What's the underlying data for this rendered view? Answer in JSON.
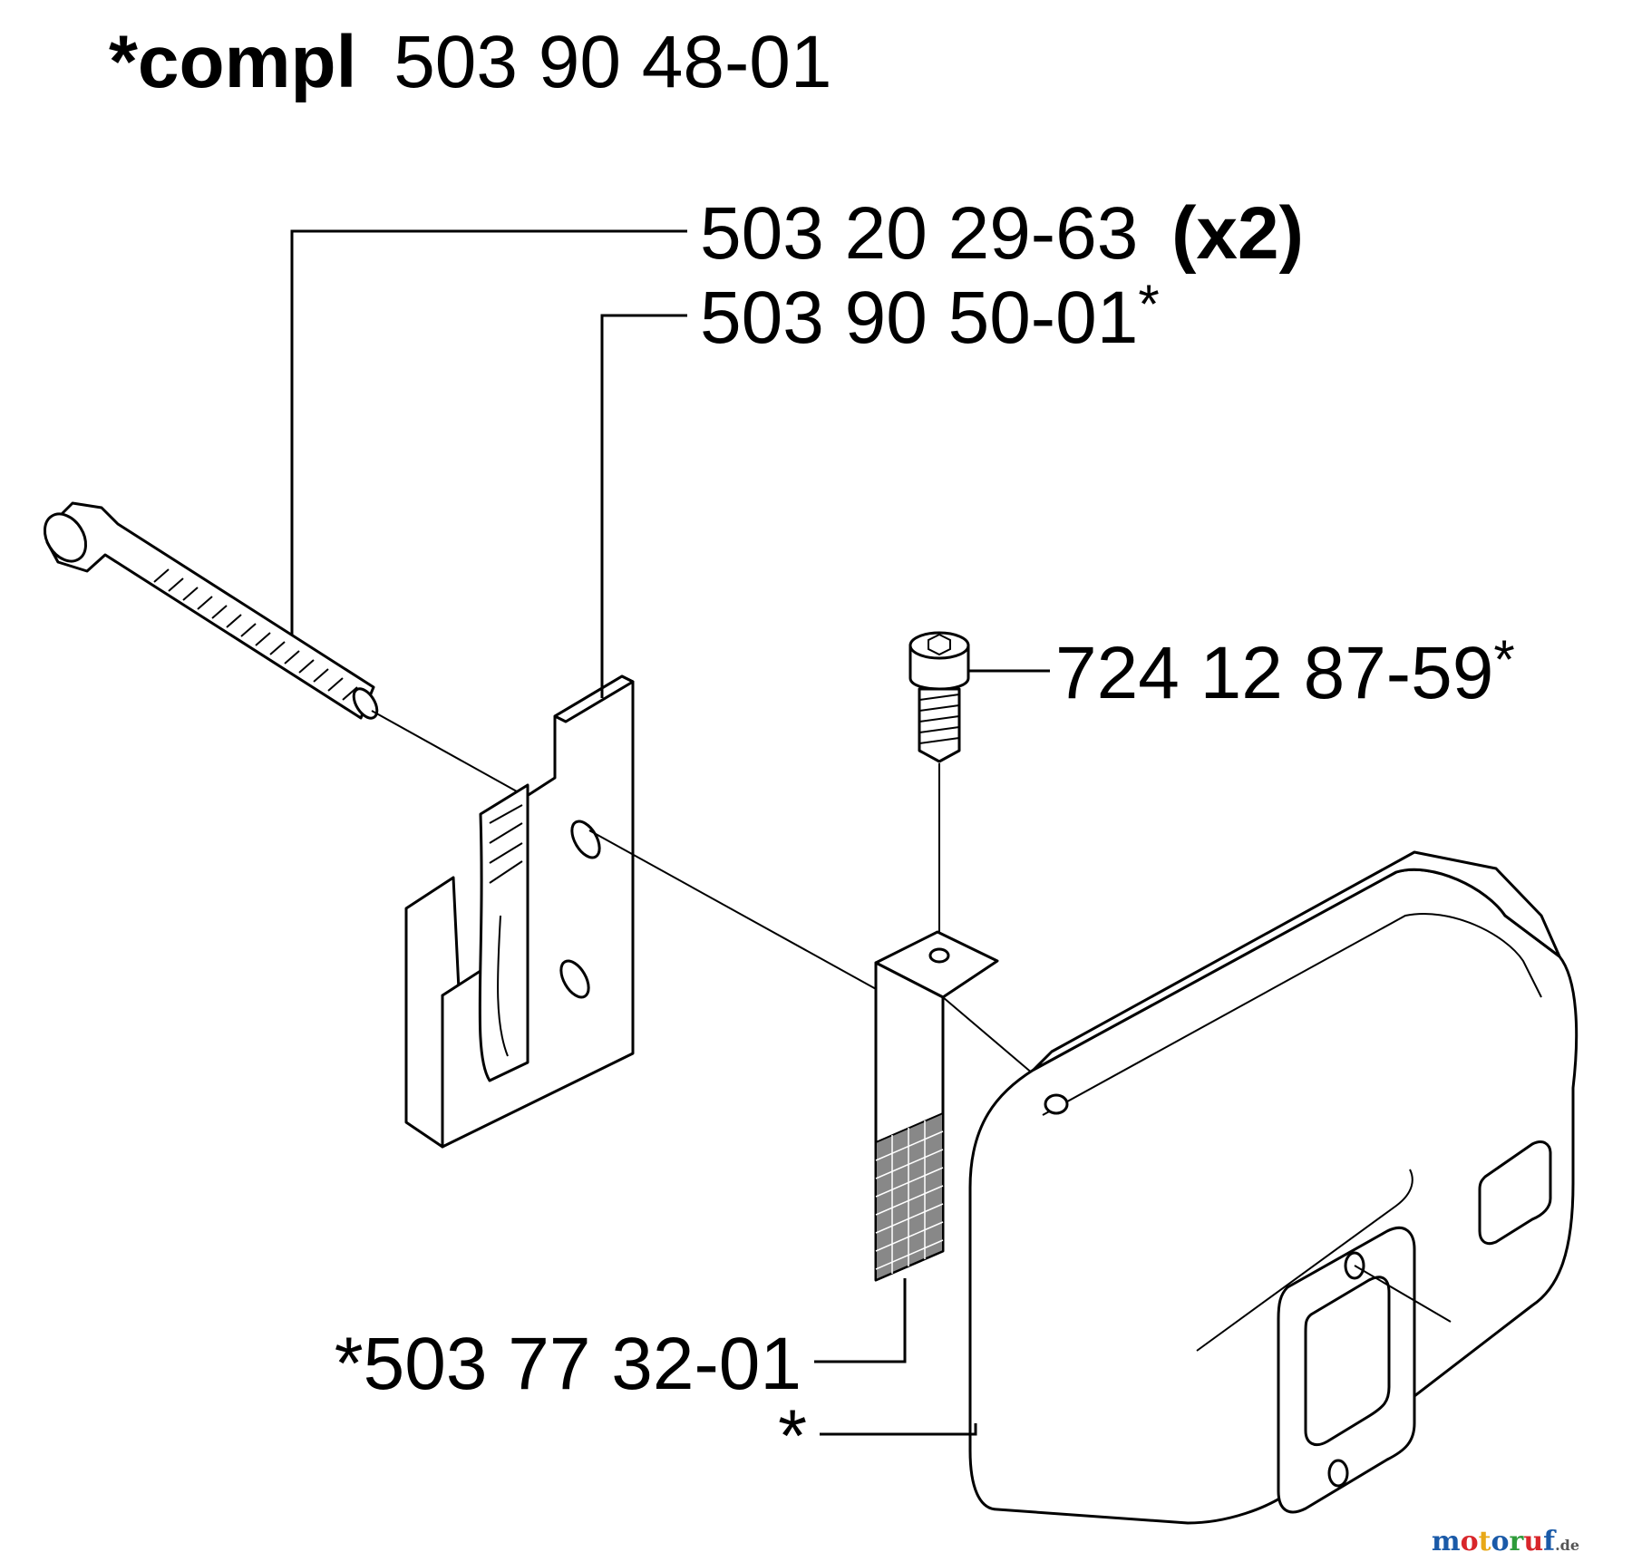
{
  "title": {
    "prefix": "*compl",
    "number": "503 90 48-01"
  },
  "callouts": {
    "bolt": {
      "number": "503 20 29-63",
      "qty": "(x2)"
    },
    "plate": {
      "number": "503 90 50-01",
      "suffix": "*"
    },
    "screw": {
      "number": "724 12 87-59",
      "suffix": "*"
    },
    "screen": {
      "number": "*503 77 32-01"
    },
    "muffler": {
      "number": "*"
    }
  },
  "watermark": {
    "brand_parts": [
      "m",
      "o",
      "t",
      "o",
      "r",
      "u",
      "f"
    ],
    "brand_colors": [
      "#1a5aa8",
      "#d8262b",
      "#e8a817",
      "#1a5aa8",
      "#2e9b3a",
      "#d8262b",
      "#1a5aa8"
    ],
    "tld": ".de"
  }
}
